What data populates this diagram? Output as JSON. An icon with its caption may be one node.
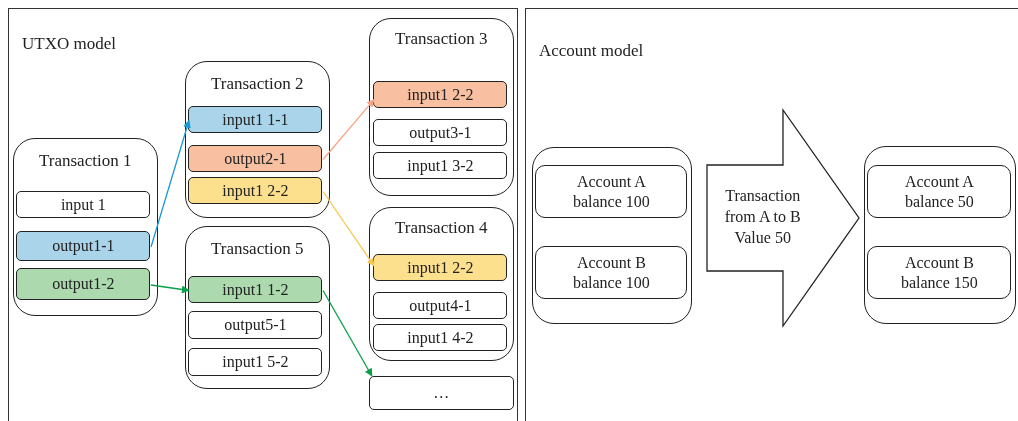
{
  "diagram": {
    "nodes": [
      {
        "text": [
          "UTXO model"
        ]
      },
      {
        "text": [
          "Transaction 1"
        ],
        "in": 0
      },
      {
        "text": [
          "input 1"
        ],
        "in": 1
      },
      {
        "text": [
          "output1-1"
        ],
        "in": 1
      },
      {
        "text": [
          "output1-2"
        ],
        "in": 1
      },
      {
        "text": [
          "Transaction 2"
        ],
        "in": 0
      },
      {
        "text": [
          "input1 1-1"
        ],
        "in": 5
      },
      {
        "text": [
          "output2-1"
        ],
        "in": 5
      },
      {
        "text": [
          "input1 2-2"
        ],
        "in": 5
      },
      {
        "text": [
          "Transaction 5"
        ],
        "in": 0
      },
      {
        "text": [
          "input1 1-2"
        ],
        "in": 9
      },
      {
        "text": [
          "output5-1"
        ],
        "in": 9
      },
      {
        "text": [
          "input1 5-2"
        ],
        "in": 9
      },
      {
        "text": [
          "Transaction 3"
        ],
        "in": 0
      },
      {
        "text": [
          "input1 2-2"
        ],
        "in": 13
      },
      {
        "text": [
          "output3-1"
        ],
        "in": 13
      },
      {
        "text": [
          "input1 3-2"
        ],
        "in": 13
      },
      {
        "text": [
          "Transaction 4"
        ],
        "in": 0
      },
      {
        "text": [
          "input1 2-2"
        ],
        "in": 17
      },
      {
        "text": [
          "output4-1"
        ],
        "in": 17
      },
      {
        "text": [
          "input1 4-2"
        ],
        "in": 17
      },
      {
        "text": [
          "…"
        ],
        "in": 0
      },
      {
        "text": [
          "Account model"
        ]
      },
      {
        "text": [],
        "shape": "box",
        "in": 22
      },
      {
        "text": [
          "Account A balance 100"
        ],
        "in": 23
      },
      {
        "text": [
          "Account B balance 100"
        ],
        "in": 23
      },
      {
        "text": [
          "Transaction from A to B Value 50"
        ],
        "in": 22
      },
      {
        "text": [],
        "shape": "box",
        "in": 22
      },
      {
        "text": [
          "Account A balance 50"
        ],
        "in": 27
      },
      {
        "text": [
          "Account B balance 150"
        ],
        "in": 27
      }
    ],
    "edges": [
      {
        "from": 3,
        "to": 6,
        "arrow": "to",
        "color": "#1a9ad6"
      },
      {
        "from": 4,
        "to": 10,
        "arrow": "to",
        "color": "#0aa04a"
      },
      {
        "from": 7,
        "to": 14,
        "arrow": "to",
        "color": "#f4a582"
      },
      {
        "from": 8,
        "to": 18,
        "arrow": "to",
        "color": "#f9c74f"
      },
      {
        "from": 10,
        "to": 21,
        "arrow": "to",
        "color": "#0aa04a"
      }
    ]
  }
}
